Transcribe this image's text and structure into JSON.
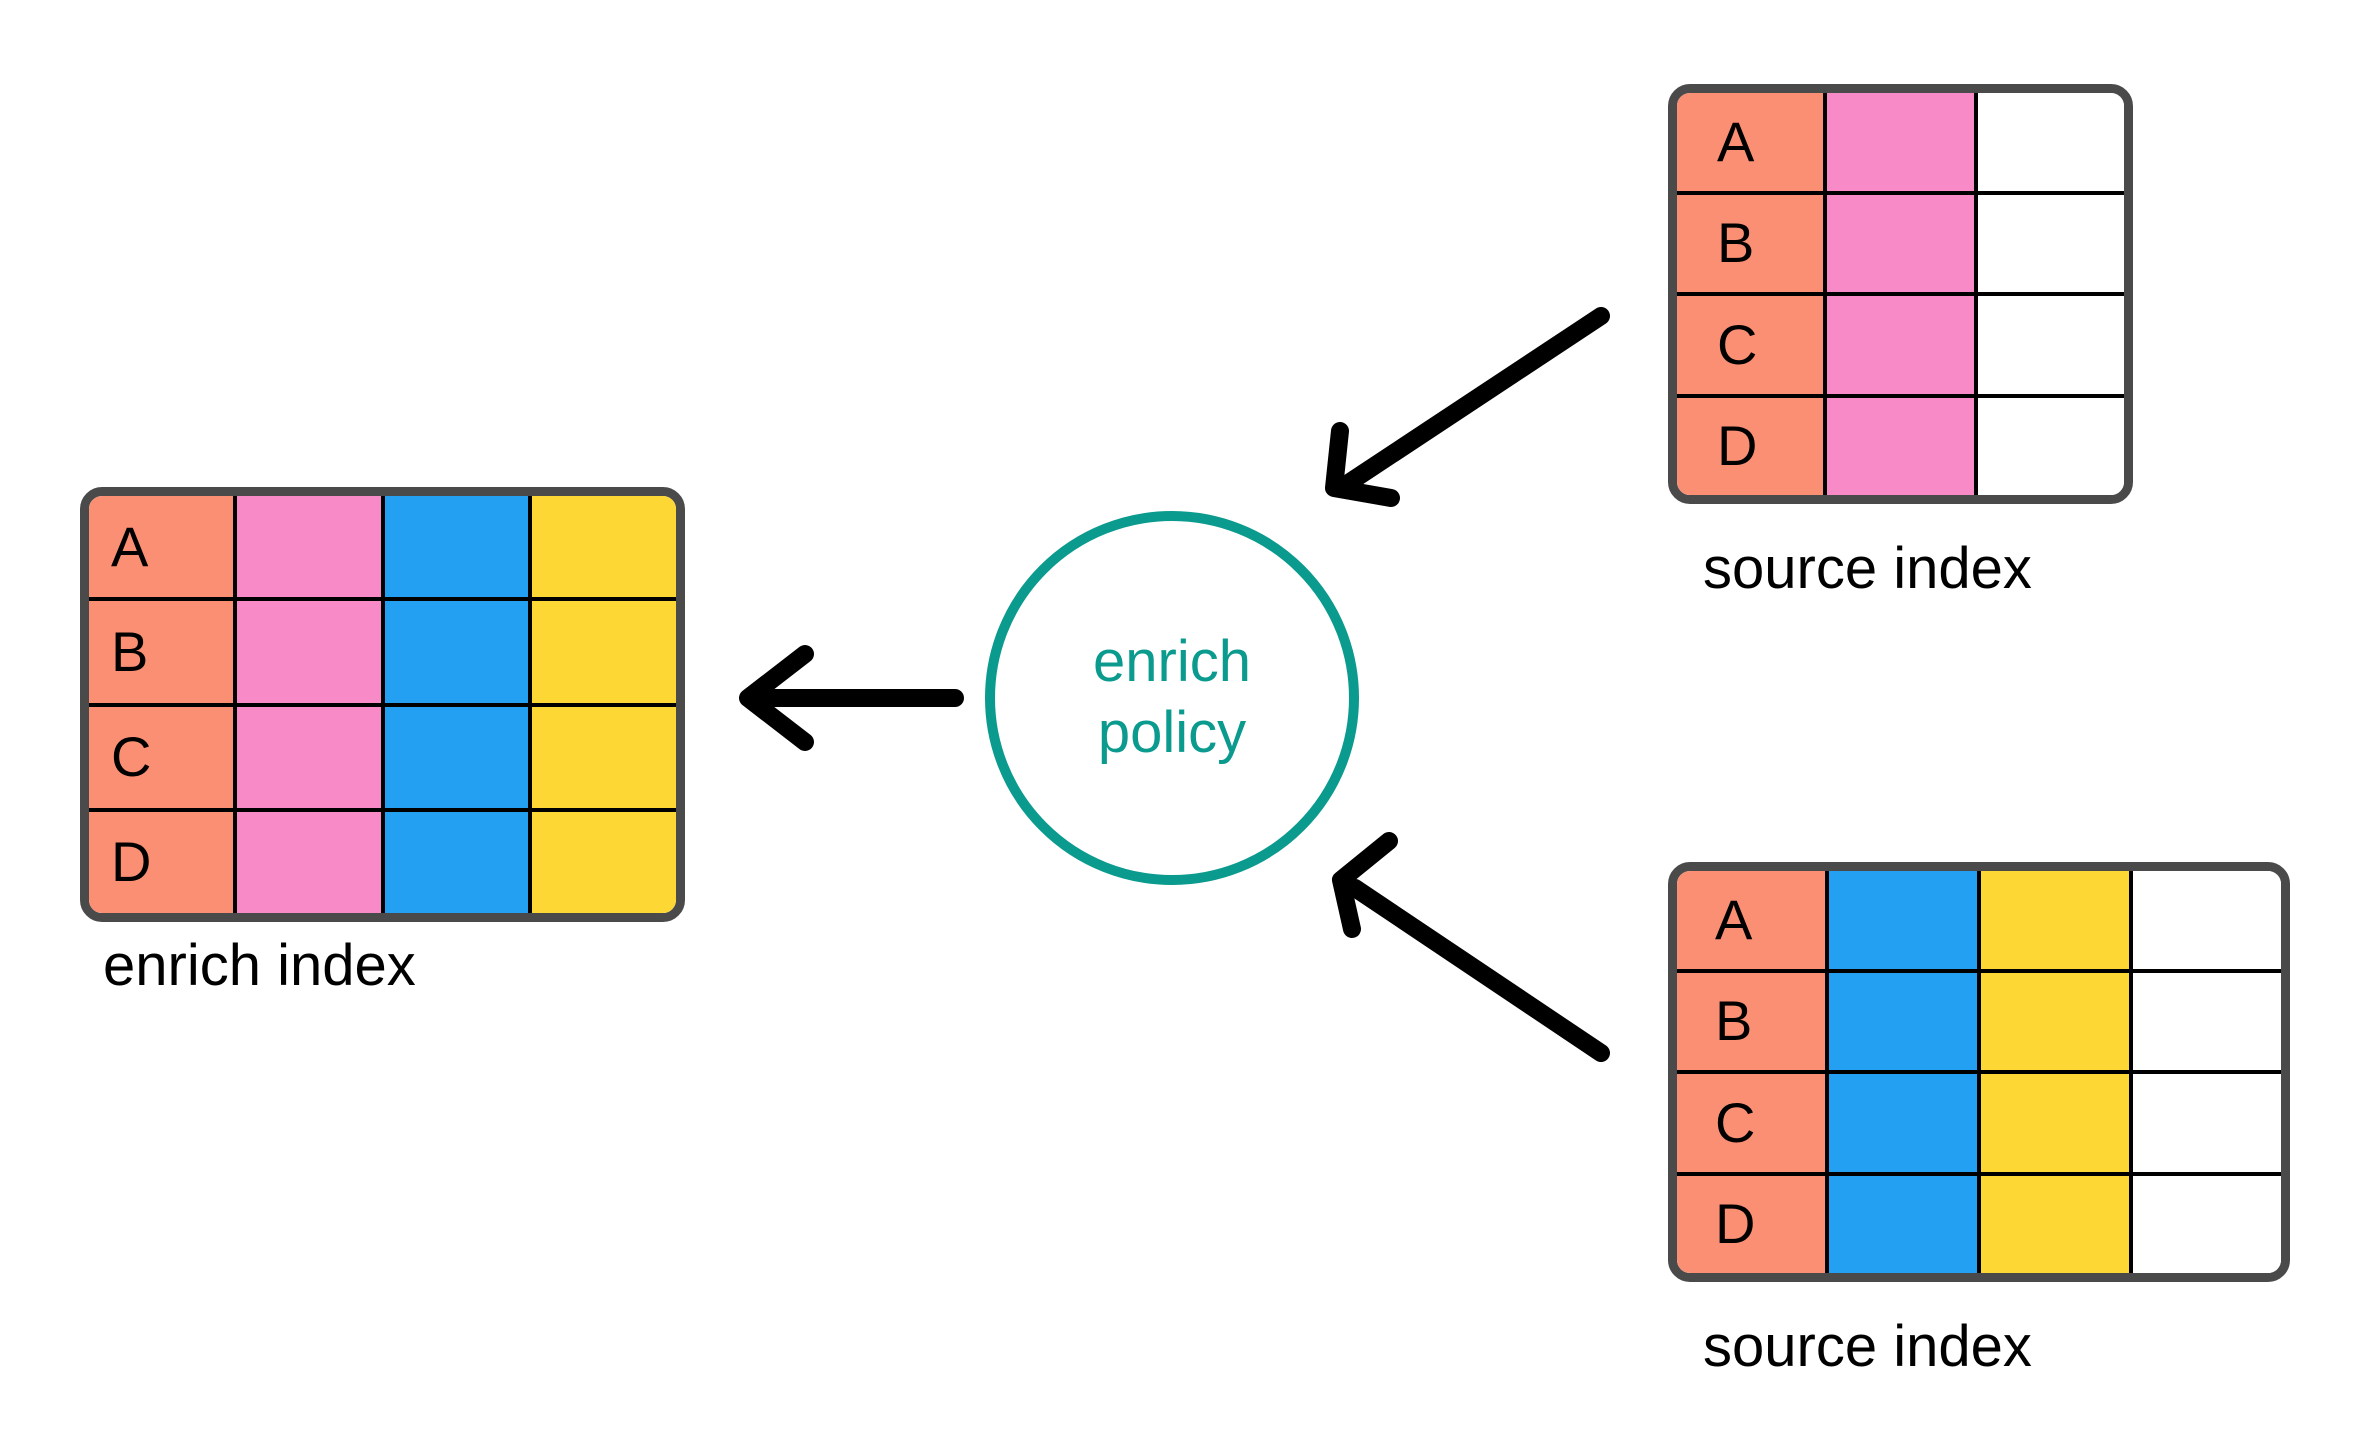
{
  "diagram": {
    "title": "enrich policy data flow",
    "background": "#ffffff"
  },
  "colors": {
    "key_column": "#FB8F73",
    "pink_field": "#F98AC8",
    "blue_field": "#23A0F2",
    "yellow_field": "#FDD835",
    "empty_field": "#FFFFFF",
    "table_border": "#4a4a4a",
    "cell_border": "#000000",
    "accent_teal": "#0B9A8E",
    "arrow": "#000000"
  },
  "enrich_index": {
    "label": "enrich index",
    "columns": [
      "key",
      "pink",
      "blue",
      "yellow"
    ],
    "rows": [
      {
        "key": "A",
        "cells": [
          "A",
          "",
          "",
          ""
        ]
      },
      {
        "key": "B",
        "cells": [
          "B",
          "",
          "",
          ""
        ]
      },
      {
        "key": "C",
        "cells": [
          "C",
          "",
          "",
          ""
        ]
      },
      {
        "key": "D",
        "cells": [
          "D",
          "",
          "",
          ""
        ]
      }
    ]
  },
  "enrich_policy": {
    "line1": "enrich",
    "line2": "policy"
  },
  "source_index_top": {
    "label": "source index",
    "columns": [
      "key",
      "pink",
      "empty"
    ],
    "rows": [
      {
        "key": "A",
        "cells": [
          "A",
          "",
          ""
        ]
      },
      {
        "key": "B",
        "cells": [
          "B",
          "",
          ""
        ]
      },
      {
        "key": "C",
        "cells": [
          "C",
          "",
          ""
        ]
      },
      {
        "key": "D",
        "cells": [
          "D",
          "",
          ""
        ]
      }
    ]
  },
  "source_index_bottom": {
    "label": "source index",
    "columns": [
      "key",
      "blue",
      "yellow",
      "empty"
    ],
    "rows": [
      {
        "key": "A",
        "cells": [
          "A",
          "",
          "",
          ""
        ]
      },
      {
        "key": "B",
        "cells": [
          "B",
          "",
          "",
          ""
        ]
      },
      {
        "key": "C",
        "cells": [
          "C",
          "",
          "",
          ""
        ]
      },
      {
        "key": "D",
        "cells": [
          "D",
          "",
          "",
          ""
        ]
      }
    ]
  },
  "arrows": [
    {
      "name": "arrow-source-top-to-policy",
      "direction": "down-left"
    },
    {
      "name": "arrow-source-bottom-to-policy",
      "direction": "up-left"
    },
    {
      "name": "arrow-policy-to-enrich-index",
      "direction": "left"
    }
  ]
}
